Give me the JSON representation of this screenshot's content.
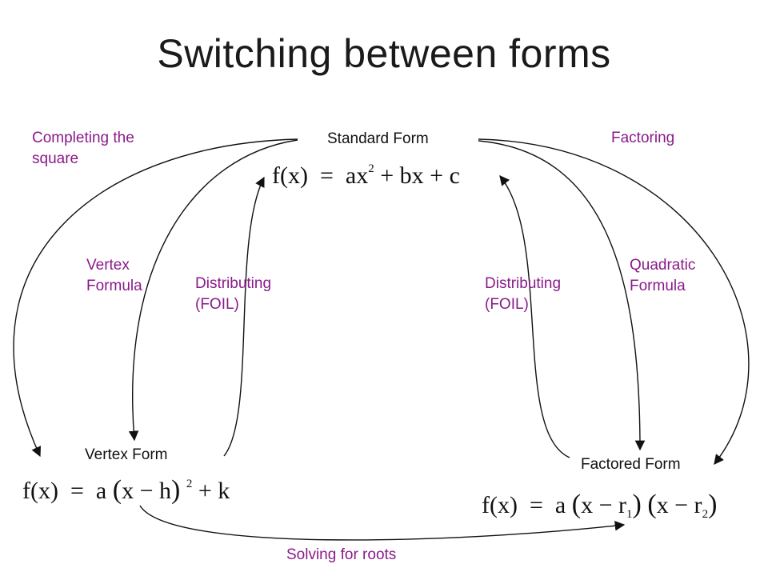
{
  "title": "Switching between forms",
  "nodes": {
    "standard": {
      "label": "Standard Form",
      "formula": {
        "lhs": "f(x)",
        "eq": "=",
        "a": "ax",
        "exp": "2",
        "rest": "+ bx + c"
      }
    },
    "vertex": {
      "label": "Vertex Form",
      "formula": {
        "lhs": "f(x)",
        "eq": "=",
        "a": "a",
        "open": "(",
        "inner": "x − h",
        "close": ")",
        "exp": "2",
        "rest": "+ k"
      }
    },
    "factored": {
      "label": "Factored Form",
      "formula": {
        "lhs": "f(x)",
        "eq": "=",
        "a": "a",
        "open1": "(",
        "inner1": "x − r",
        "sub1": "1",
        "close1": ")",
        "open2": "(",
        "inner2": "x − r",
        "sub2": "2",
        "close2": ")"
      }
    }
  },
  "edges": {
    "completing_square": {
      "line1": "Completing the",
      "line2": "square"
    },
    "vertex_formula": {
      "line1": "Vertex",
      "line2": "Formula"
    },
    "distributing_left": {
      "line1": "Distributing",
      "line2": "(FOIL)"
    },
    "distributing_right": {
      "line1": "Distributing",
      "line2": "(FOIL)"
    },
    "factoring": {
      "line1": "Factoring"
    },
    "quadratic_formula": {
      "line1": "Quadratic",
      "line2": "Formula"
    },
    "solving_roots": {
      "line1": "Solving for roots"
    }
  },
  "colors": {
    "edge_label": "#8a1a8a",
    "text": "#111111"
  }
}
